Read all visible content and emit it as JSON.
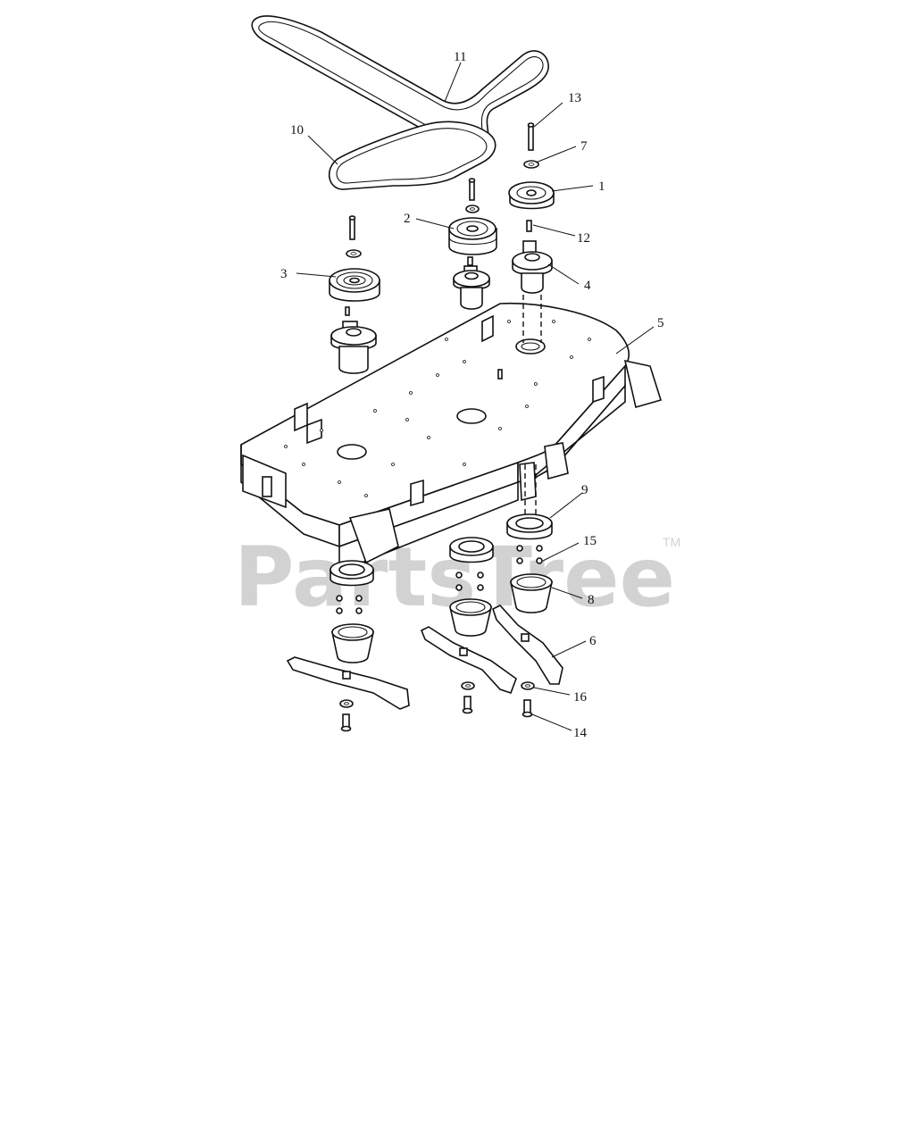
{
  "watermark": {
    "brand": "PartsTree",
    "trademark": "TM"
  },
  "callouts": [
    {
      "id": "c1",
      "text": "1"
    },
    {
      "id": "c2",
      "text": "2"
    },
    {
      "id": "c3",
      "text": "3"
    },
    {
      "id": "c4",
      "text": "4"
    },
    {
      "id": "c5",
      "text": "5"
    },
    {
      "id": "c6",
      "text": "6"
    },
    {
      "id": "c7",
      "text": "7"
    },
    {
      "id": "c8",
      "text": "8"
    },
    {
      "id": "c9",
      "text": "9"
    },
    {
      "id": "c10",
      "text": "10"
    },
    {
      "id": "c11",
      "text": "11"
    },
    {
      "id": "c12",
      "text": "12"
    },
    {
      "id": "c13",
      "text": "13"
    },
    {
      "id": "c14",
      "text": "14"
    },
    {
      "id": "c15",
      "text": "15"
    },
    {
      "id": "c16",
      "text": "16"
    }
  ],
  "colors": {
    "line": "#111111",
    "watermark": "#d2d2d2",
    "background": "#ffffff"
  }
}
